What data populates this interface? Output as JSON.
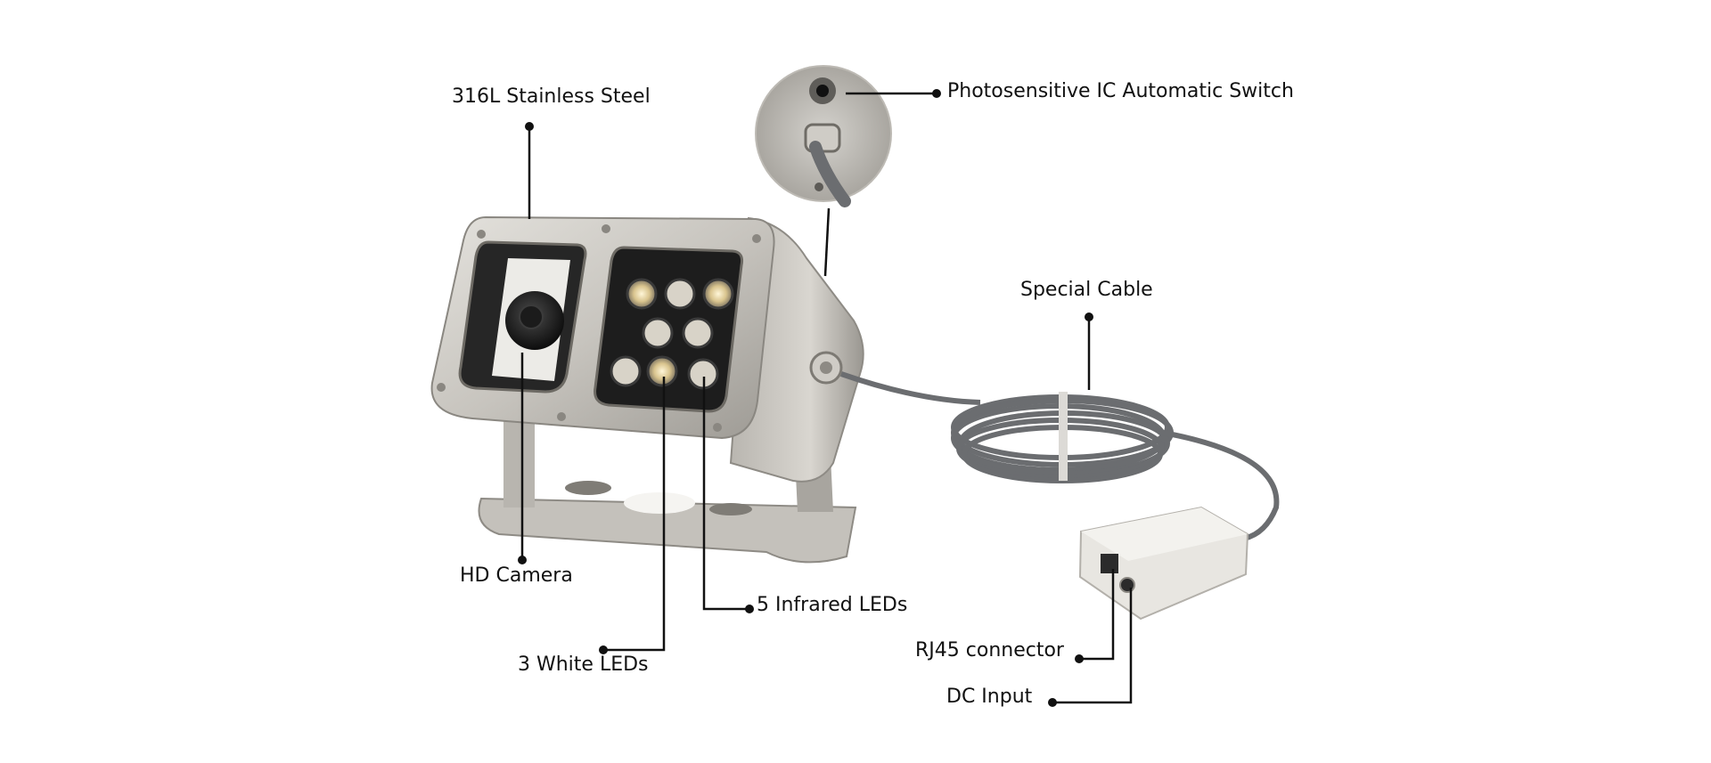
{
  "callouts": {
    "stainless_steel": "316L Stainless Steel",
    "photosensitive_switch": "Photosensitive IC Automatic Switch",
    "special_cable": "Special Cable",
    "hd_camera": "HD Camera",
    "infrared_leds": "5 Infrared LEDs",
    "white_leds": "3 White LEDs",
    "rj45_connector": "RJ45 connector",
    "dc_input": "DC Input"
  },
  "colors": {
    "steel": "#c9c6c0",
    "steel_dark": "#8e8b85",
    "cable": "#6b6d70",
    "junction_box": "#e6e4df",
    "leader_line": "#111111"
  }
}
